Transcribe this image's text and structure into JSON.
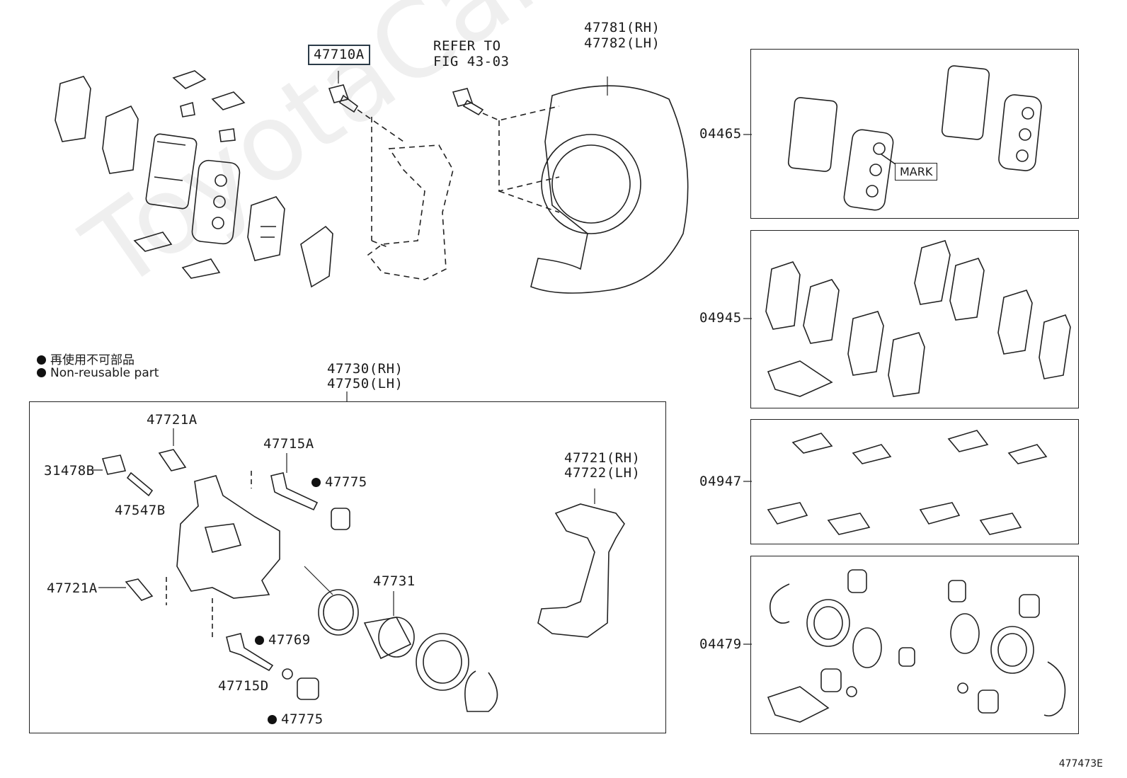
{
  "labels": {
    "caliper_bolt": "47710A",
    "refer_to": "REFER TO",
    "fig_ref": "FIG 43-03",
    "dust_cover_rh": "47781(RH)",
    "dust_cover_lh": "47782(LH)",
    "caliper_rh": "47730(RH)",
    "caliper_lh": "47750(LH)",
    "bleeder": "47721A",
    "bleeder_lower": "47721A",
    "bleeder_cap": "31478B",
    "plug": "47547B",
    "pin_upper": "47715A",
    "pin_lower": "47715D",
    "boot_upper": "47775",
    "boot_lower": "47775",
    "bushing": "47769",
    "piston": "47731",
    "mounting_rh": "47721(RH)",
    "mounting_lh": "47722(LH)",
    "kit_pads": "04465",
    "kit_shims": "04945",
    "kit_clips": "04947",
    "kit_seals": "04479",
    "mark": "MARK",
    "figure_id": "477473E"
  },
  "legend": {
    "jp": "再使用不可部品",
    "en": "Non-reusable part"
  },
  "watermark": "ToyotaCarMine.nl"
}
